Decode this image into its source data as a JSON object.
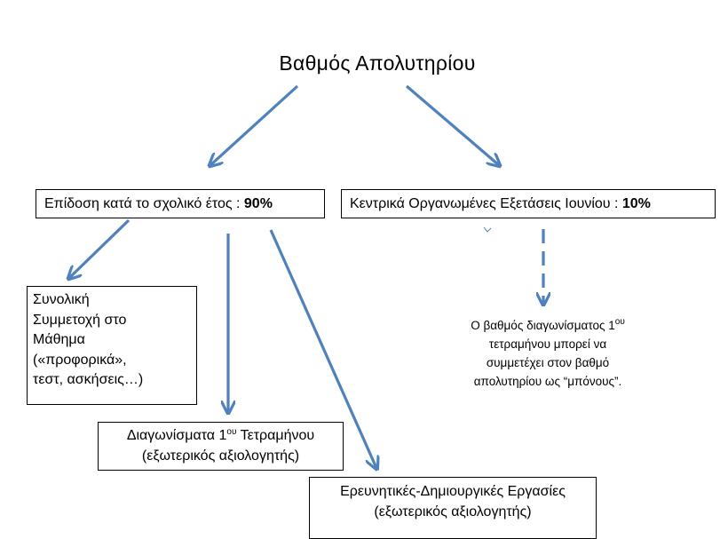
{
  "title": "Βαθμός  Απολυτηρίου",
  "school_year": {
    "label": "Επίδοση κατά το σχολικό έτος : ",
    "percent": "90%"
  },
  "june_exams": {
    "label": "Κεντρικά Οργανωμένες Εξετάσεις Ιουνίου : ",
    "percent": "10%"
  },
  "participation": {
    "line1": "Συνολική",
    "line2": "Συμμετοχή στο",
    "line3": "Μάθημα",
    "line4": "(«προφορικά»,",
    "line5": "τεστ, ασκήσεις…)"
  },
  "term_tests": {
    "prefix": "Διαγωνίσματα 1",
    "sup": "ου",
    "suffix": " Τετραμήνου",
    "line2": "(εξωτερικός αξιολογητής)"
  },
  "research": {
    "line1": "Ερευνητικές-Δημιουργικές Εργασίες",
    "line2": "(εξωτερικός αξιολογητής)"
  },
  "note": {
    "prefix": "Ο βαθμός διαγωνίσματος 1",
    "sup": "ου",
    "line2": "τετραμήνου μπορεί να",
    "line3": "συμμετέχει στον βαθμό",
    "line4": "απολυτηρίου ως “μπόνους”."
  },
  "colors": {
    "arrow": "#4f81bd",
    "border": "#000000",
    "text": "#000000"
  }
}
